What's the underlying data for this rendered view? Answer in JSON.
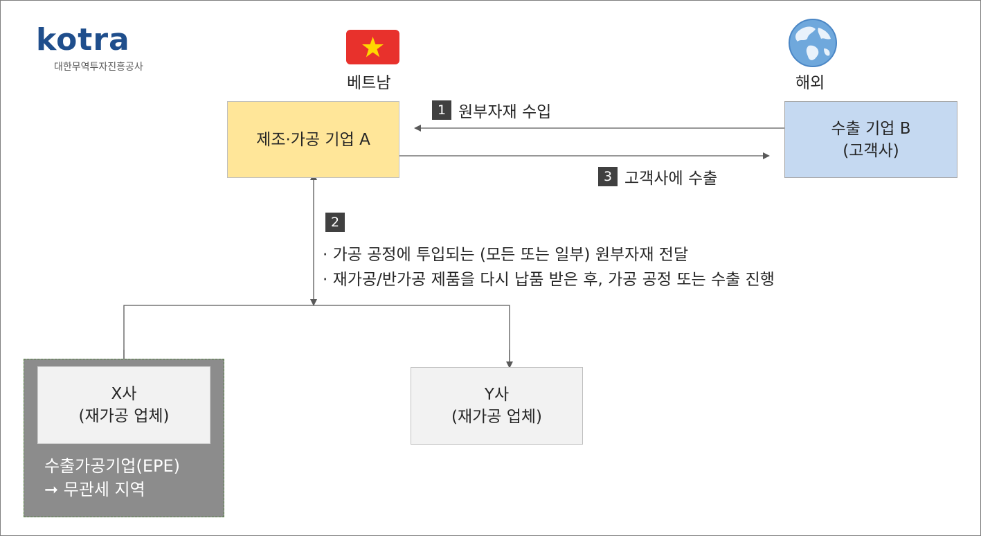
{
  "logo": {
    "wordmark": "kotra",
    "subtitle": "대한무역투자진흥공사"
  },
  "locations": {
    "vietnam": "베트남",
    "overseas": "해외"
  },
  "icons": {
    "flag": "vietnam-flag-icon",
    "globe": "globe-icon"
  },
  "nodes": {
    "a": {
      "label": "제조·가공 기업 A"
    },
    "b": {
      "line1": "수출 기업 B",
      "line2": "(고객사)"
    },
    "x": {
      "line1": "X사",
      "line2": "(재가공 업체)"
    },
    "y": {
      "line1": "Y사",
      "line2": "(재가공 업체)"
    }
  },
  "epe": {
    "line1": "수출가공기업(EPE)",
    "line2": "➞ 무관세 지역"
  },
  "steps": {
    "s1": {
      "num": "1",
      "label": "원부자재 수입"
    },
    "s2": {
      "num": "2",
      "line1": "· 가공 공정에 투입되는 (모든 또는 일부) 원부자재 전달",
      "line2": "· 재가공/반가공 제품을 다시 납품 받은 후, 가공 공정 또는 수출 진행"
    },
    "s3": {
      "num": "3",
      "label": "고객사에 수출"
    }
  },
  "colors": {
    "box_a": "#ffe699",
    "box_b": "#c5d9f1",
    "box_xy": "#f2f2f2",
    "epe_zone": "#8c8c8c",
    "step_badge": "#404040",
    "connector": "#595959",
    "brand": "#1f4e8c"
  }
}
